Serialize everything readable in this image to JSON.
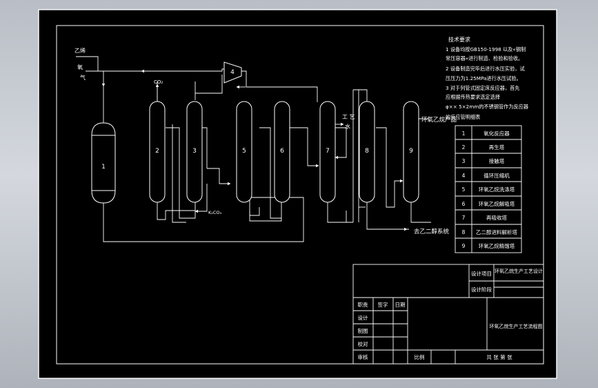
{
  "colors": {
    "background": "#000000",
    "line": "#ffffff",
    "window_gradient": "#c4c8ce"
  },
  "inputs": {
    "ethylene": "乙烯",
    "oxygen_line1": "氧",
    "oxygen_line2": "气"
  },
  "streams": {
    "co2": "CO₂",
    "k2co3": "K₂CO₃",
    "process_water_line1": "工 艺",
    "process_water_line2": "水",
    "to_glycol": "去乙二醇系统",
    "eo_product": "环氧乙烷产品"
  },
  "units": [
    {
      "id": "1"
    },
    {
      "id": "2"
    },
    {
      "id": "3"
    },
    {
      "id": "4"
    },
    {
      "id": "5"
    },
    {
      "id": "6"
    },
    {
      "id": "7"
    },
    {
      "id": "8"
    },
    {
      "id": "9"
    }
  ],
  "tech_requirements": {
    "title": "技术要求",
    "lines": [
      "1  设备均按GB150-1998 以及«钢制",
      "常压容器»进行制造、检验和验收。",
      "2  设备制造完毕后进行水压实验，试",
      "压压力为1.25MPa进行水压试验。",
      "3  对于列管式固定床反应器，首先",
      "应根据传热要求选定选择",
      "φ××  5×2mm的不锈钢管作为反应器",
      "的反应管明细表"
    ]
  },
  "parts_table": {
    "rows": [
      {
        "no": "1",
        "name": "氧化反应器"
      },
      {
        "no": "2",
        "name": "再生塔"
      },
      {
        "no": "3",
        "name": "接触塔"
      },
      {
        "no": "4",
        "name": "循环压缩机"
      },
      {
        "no": "5",
        "name": "环氧乙烷洗涤塔"
      },
      {
        "no": "6",
        "name": "环氧乙烷解吸塔"
      },
      {
        "no": "7",
        "name": "再吸收塔"
      },
      {
        "no": "8",
        "name": "乙二醇进料解析塔"
      },
      {
        "no": "9",
        "name": "环氧乙烷精馏塔"
      }
    ]
  },
  "title_block": {
    "project_label": "设计项目",
    "project_value": "环氧乙烷生产工艺设计",
    "stage_label": "设计阶段",
    "drawing_title": "环氧乙烷生产工艺流程图",
    "roles_header": [
      "职责",
      "签字",
      "日期"
    ],
    "roles": [
      "设计",
      "制图",
      "校对",
      "审核"
    ],
    "scale_label": "比例",
    "sheets_label": "共  张  第  张"
  }
}
